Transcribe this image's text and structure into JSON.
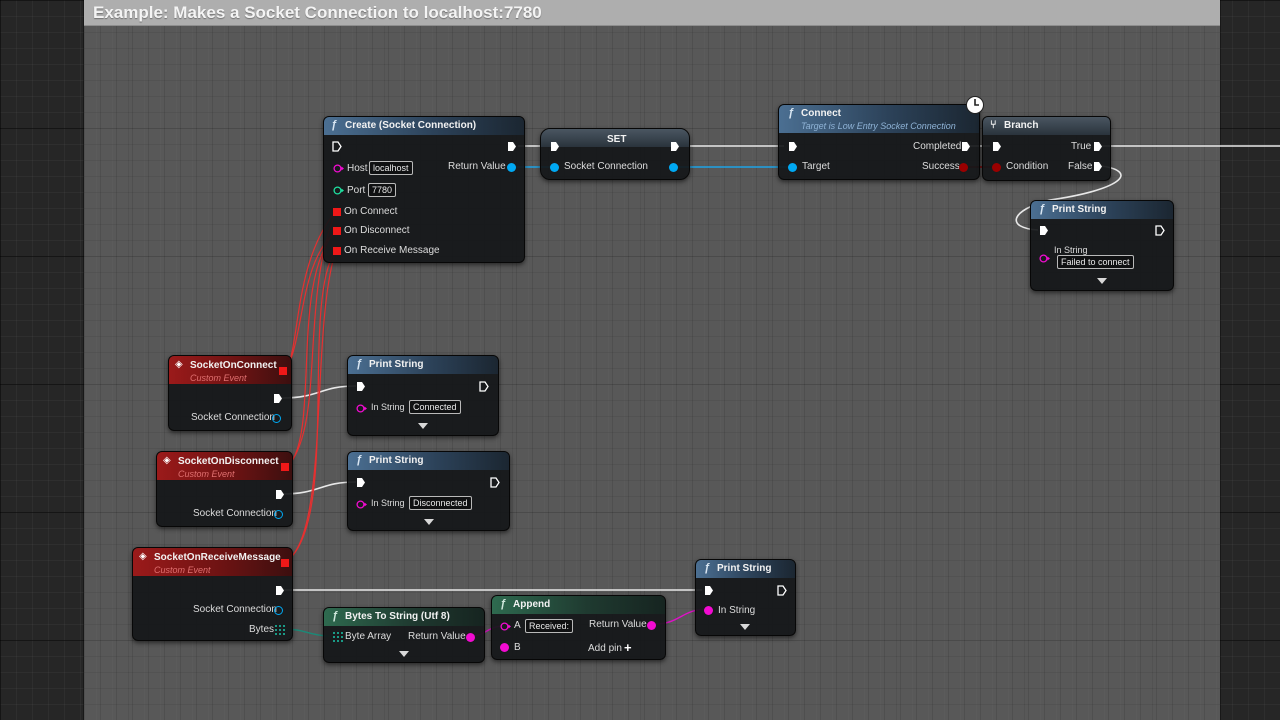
{
  "comment": {
    "title": "Example: Makes a Socket Connection to localhost:7780"
  },
  "nodes": {
    "create": {
      "title": "Create (Socket Connection)",
      "host_label": "Host",
      "host_value": "localhost",
      "port_label": "Port",
      "port_value": "7780",
      "return_label": "Return Value",
      "on_connect": "On Connect",
      "on_disconnect": "On Disconnect",
      "on_receive": "On Receive Message"
    },
    "set": {
      "title": "SET",
      "var": "Socket Connection"
    },
    "connect": {
      "title": "Connect",
      "subtitle": "Target is Low Entry Socket Connection",
      "completed": "Completed",
      "target": "Target",
      "success": "Success"
    },
    "branch": {
      "title": "Branch",
      "true_label": "True",
      "false_label": "False",
      "condition": "Condition"
    },
    "print_fail": {
      "title": "Print String",
      "in_label": "In String",
      "value": "Failed to connect"
    },
    "ev_connect": {
      "title": "SocketOnConnect",
      "subtitle": "Custom Event",
      "pin": "Socket Connection"
    },
    "ev_disconnect": {
      "title": "SocketOnDisconnect",
      "subtitle": "Custom Event",
      "pin": "Socket Connection"
    },
    "ev_receive": {
      "title": "SocketOnReceiveMessage",
      "subtitle": "Custom Event",
      "pin": "Socket Connection",
      "bytes": "Bytes"
    },
    "print_connected": {
      "title": "Print String",
      "in_label": "In String",
      "value": "Connected"
    },
    "print_disconnected": {
      "title": "Print String",
      "in_label": "In String",
      "value": "Disconnected"
    },
    "print_received": {
      "title": "Print String",
      "in_label": "In String"
    },
    "bytes_to_string": {
      "title": "Bytes To String (Utf 8)",
      "in_label": "Byte Array",
      "return_label": "Return Value"
    },
    "append": {
      "title": "Append",
      "a_label": "A",
      "a_value": "Received:",
      "b_label": "B",
      "return_label": "Return Value",
      "add_pin": "Add pin"
    }
  },
  "colors": {
    "exec": "#ffffff",
    "string": "#f20bd1",
    "object": "#00a8f2",
    "int": "#1fe0a0",
    "bool": "#9b0000",
    "event": "#ff1a1a",
    "byte_array": "#0f7d6a"
  },
  "icons": {
    "function": "function-icon",
    "event": "event-icon",
    "branch": "branch-icon",
    "clock": "latent-clock-icon",
    "exec": "exec-pin-icon"
  }
}
